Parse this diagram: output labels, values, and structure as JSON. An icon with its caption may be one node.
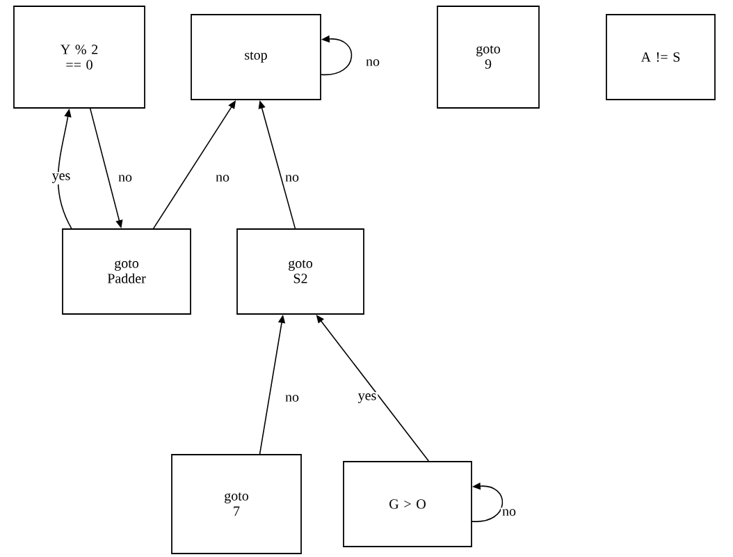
{
  "diagram": {
    "nodes": [
      {
        "text": [
          "Y % 2 == 0"
        ]
      },
      {
        "text": [
          "stop"
        ]
      },
      {
        "text": [
          "goto 9"
        ]
      },
      {
        "text": [
          "A != S"
        ]
      },
      {
        "text": [
          "goto Padder"
        ]
      },
      {
        "text": [
          "goto S2"
        ]
      },
      {
        "text": [
          "goto 7"
        ]
      },
      {
        "text": [
          "G > O"
        ]
      }
    ],
    "edges": [
      {
        "from": 0,
        "to": 4,
        "arrow": "to",
        "label": "no"
      },
      {
        "from": 4,
        "to": 0,
        "arrow": "to",
        "label": "yes"
      },
      {
        "from": 4,
        "to": 1,
        "arrow": "to",
        "label": "no"
      },
      {
        "from": 5,
        "to": 1,
        "arrow": "to",
        "label": "no"
      },
      {
        "from": 1,
        "to": 1,
        "arrow": "to",
        "label": "no"
      },
      {
        "from": 6,
        "to": 5,
        "arrow": "to",
        "label": "no"
      },
      {
        "from": 7,
        "to": 5,
        "arrow": "to",
        "label": "yes"
      },
      {
        "from": 7,
        "to": 7,
        "arrow": "to",
        "label": "no"
      }
    ]
  }
}
